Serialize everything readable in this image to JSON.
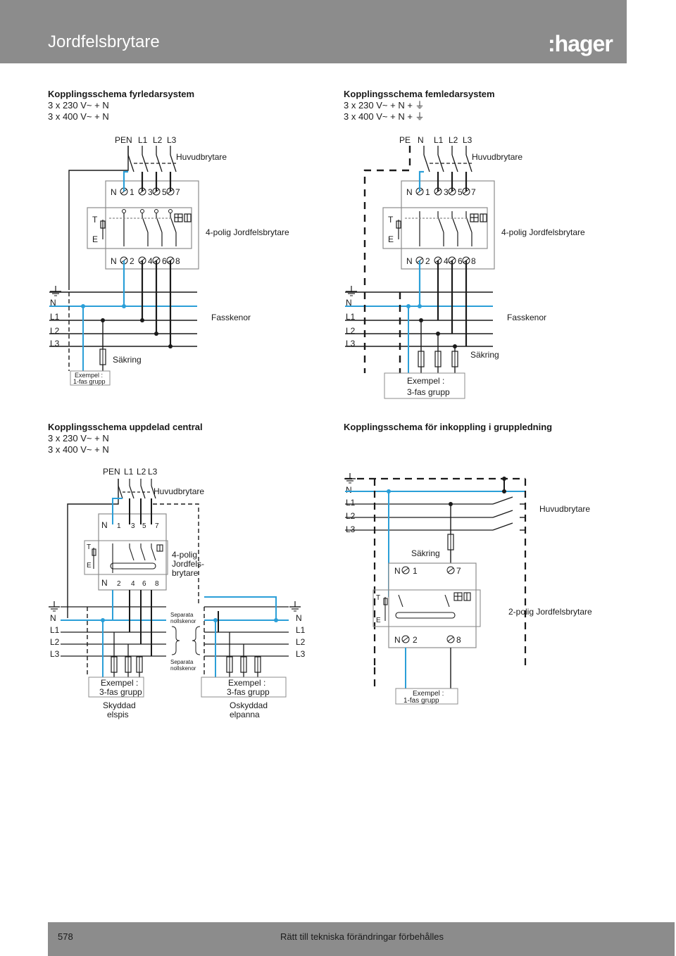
{
  "header": {
    "title": "Jordfelsbrytare",
    "logo": ":hager"
  },
  "sections": {
    "s1": {
      "heading": "Kopplingsschema fyrledarsystem",
      "line1": "3 x 230 V~ + N",
      "line2": "3 x 400 V~ + N"
    },
    "s2": {
      "heading": "Kopplingsschema femledarsystem",
      "line1": "3 x 230 V~ + N + ⏚",
      "line2": "3 x 400 V~ + N + ⏚"
    },
    "s3": {
      "heading": "Kopplingsschema uppdelad central",
      "line1": "3 x 230 V~ + N",
      "line2": "3 x 400 V~ + N"
    },
    "s4": {
      "heading": "Kopplingsschema för inkoppling i gruppledning"
    }
  },
  "labels": {
    "pen": "PEN",
    "pe": "PE",
    "n": "N",
    "l1": "L1",
    "l2": "L2",
    "l3": "L3",
    "huvudbrytare": "Huvudbrytare",
    "jfb4": "4-polig Jordfelsbrytare",
    "jfb4_a": "4-polig",
    "jfb4_b": "Jordfels-",
    "jfb4_c": "brytare",
    "jfb2": "2-polig Jordfelsbrytare",
    "fasskenor": "Fasskenor",
    "sakring": "Säkring",
    "exempel": "Exempel :",
    "fas1": "1-fas grupp",
    "fas3": "3-fas grupp",
    "separata": "Separata",
    "nollskenor": "nollskenor",
    "skyddad": "Skyddad",
    "elspis": "elspis",
    "oskyddad": "Oskyddad",
    "elpanna": "elpanna",
    "t1": "1",
    "t2": "2",
    "t3": "3",
    "t4": "4",
    "t5": "5",
    "t6": "6",
    "t7": "7",
    "t8": "8",
    "test_t": "T",
    "test_e": "E"
  },
  "colors": {
    "neutral": "#2b9fd8",
    "wire": "#1a1a1a",
    "header": "#8c8c8c"
  },
  "footer": {
    "page": "578",
    "note": "Rätt till tekniska förändringar förbehålles"
  }
}
